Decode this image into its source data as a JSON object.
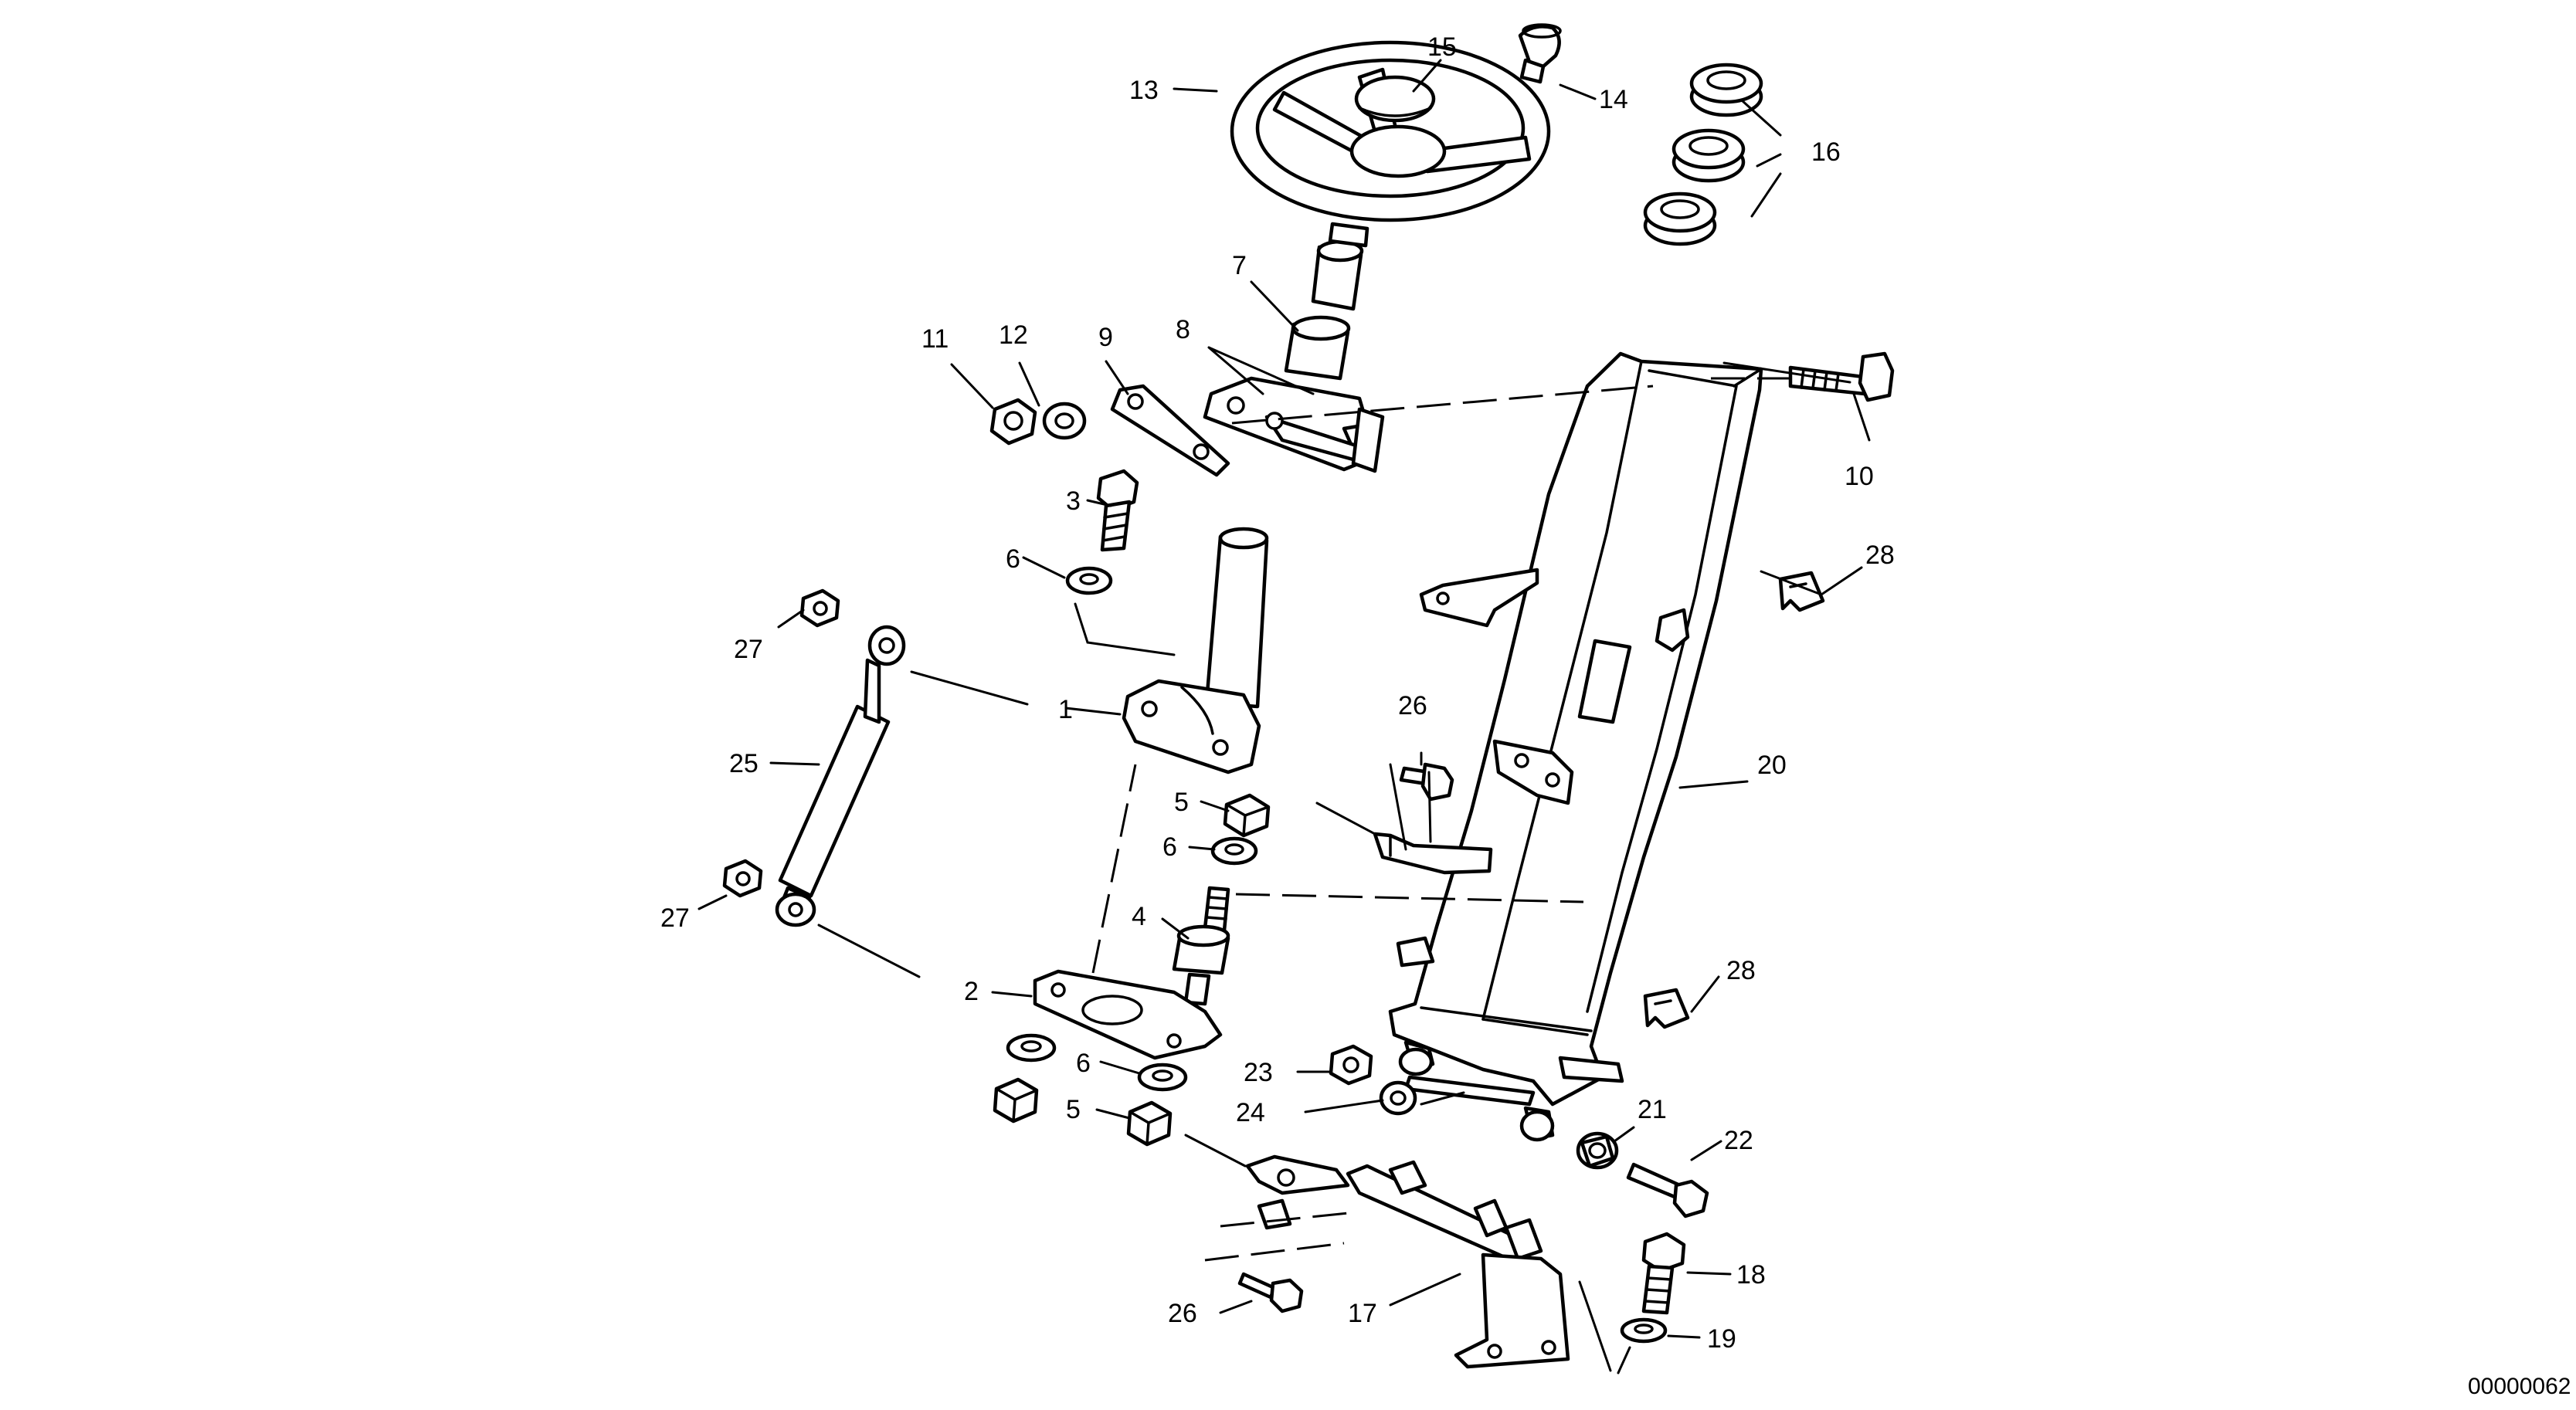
{
  "callouts": {
    "c1": "1",
    "c2": "2",
    "c3": "3",
    "c4": "4",
    "c5a": "5",
    "c5b": "5",
    "c6a": "6",
    "c6b": "6",
    "c6c": "6",
    "c7": "7",
    "c8": "8",
    "c9": "9",
    "c10": "10",
    "c11": "11",
    "c12": "12",
    "c13": "13",
    "c14": "14",
    "c15": "15",
    "c16": "16",
    "c17": "17",
    "c18": "18",
    "c19": "19",
    "c20": "20",
    "c21": "21",
    "c22": "22",
    "c23": "23",
    "c24": "24",
    "c25": "25",
    "c26a": "26",
    "c26b": "26",
    "c27a": "27",
    "c27b": "27",
    "c28a": "28",
    "c28b": "28"
  },
  "document_id": "00000062"
}
